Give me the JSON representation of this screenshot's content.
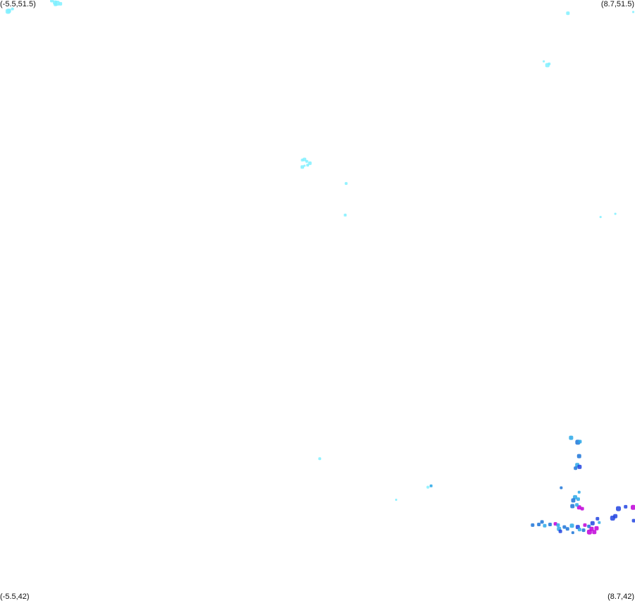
{
  "map": {
    "bounds": {
      "lon_min": -5.5,
      "lon_max": 8.7,
      "lat_min": 42,
      "lat_max": 51.5
    },
    "corner_labels": {
      "top_left": "(-5.5,51.5)",
      "top_right": "(8.7,51.5)",
      "bottom_left": "(-5.5,42)",
      "bottom_right": "(8.7,42)"
    },
    "colors": {
      "background": "#ffffff",
      "pale_cyan": "#80f0ff",
      "light_blue": "#2aa8e8",
      "mid_blue": "#1c74d8",
      "blue": "#2244e0",
      "magenta": "#c000d8"
    },
    "points": [
      {
        "lon": -5.32,
        "lat": 51.32,
        "c": "pale_cyan",
        "s": 7
      },
      {
        "lon": -5.3,
        "lat": 51.33,
        "c": "pale_cyan",
        "s": 6
      },
      {
        "lon": -5.22,
        "lat": 51.36,
        "c": "pale_cyan",
        "s": 4
      },
      {
        "lon": -4.34,
        "lat": 51.49,
        "c": "pale_cyan",
        "s": 5
      },
      {
        "lon": -4.27,
        "lat": 51.46,
        "c": "pale_cyan",
        "s": 6
      },
      {
        "lon": -4.22,
        "lat": 51.45,
        "c": "pale_cyan",
        "s": 7
      },
      {
        "lon": -4.26,
        "lat": 51.43,
        "c": "pale_cyan",
        "s": 5
      },
      {
        "lon": -4.15,
        "lat": 51.44,
        "c": "pale_cyan",
        "s": 5
      },
      {
        "lon": 7.2,
        "lat": 51.29,
        "c": "pale_cyan",
        "s": 5
      },
      {
        "lon": 8.66,
        "lat": 51.31,
        "c": "pale_cyan",
        "s": 3
      },
      {
        "lon": 6.66,
        "lat": 50.53,
        "c": "pale_cyan",
        "s": 3
      },
      {
        "lon": 6.74,
        "lat": 50.47,
        "c": "pale_cyan",
        "s": 6
      },
      {
        "lon": 6.78,
        "lat": 50.49,
        "c": "pale_cyan",
        "s": 4
      },
      {
        "lon": 1.26,
        "lat": 48.97,
        "c": "pale_cyan",
        "s": 4
      },
      {
        "lon": 1.31,
        "lat": 48.98,
        "c": "pale_cyan",
        "s": 5
      },
      {
        "lon": 1.36,
        "lat": 48.95,
        "c": "pale_cyan",
        "s": 4
      },
      {
        "lon": 1.43,
        "lat": 48.92,
        "c": "pale_cyan",
        "s": 5
      },
      {
        "lon": 1.38,
        "lat": 48.89,
        "c": "pale_cyan",
        "s": 4
      },
      {
        "lon": 1.26,
        "lat": 48.86,
        "c": "pale_cyan",
        "s": 5
      },
      {
        "lon": 1.31,
        "lat": 48.88,
        "c": "pale_cyan",
        "s": 3
      },
      {
        "lon": 2.24,
        "lat": 48.6,
        "c": "pale_cyan",
        "s": 4
      },
      {
        "lon": 2.22,
        "lat": 48.1,
        "c": "pale_cyan",
        "s": 4
      },
      {
        "lon": 7.93,
        "lat": 48.07,
        "c": "pale_cyan",
        "s": 3
      },
      {
        "lon": 8.26,
        "lat": 48.12,
        "c": "pale_cyan",
        "s": 3
      },
      {
        "lon": 1.65,
        "lat": 44.25,
        "c": "pale_cyan",
        "s": 4
      },
      {
        "lon": 4.07,
        "lat": 43.8,
        "c": "pale_cyan",
        "s": 4
      },
      {
        "lon": 4.14,
        "lat": 43.82,
        "c": "light_blue",
        "s": 4
      },
      {
        "lon": 3.36,
        "lat": 43.6,
        "c": "pale_cyan",
        "s": 3
      },
      {
        "lon": 7.27,
        "lat": 44.58,
        "c": "light_blue",
        "s": 6
      },
      {
        "lon": 7.42,
        "lat": 44.51,
        "c": "mid_blue",
        "s": 7
      },
      {
        "lon": 7.47,
        "lat": 44.52,
        "c": "light_blue",
        "s": 5
      },
      {
        "lon": 7.45,
        "lat": 44.29,
        "c": "mid_blue",
        "s": 6
      },
      {
        "lon": 7.41,
        "lat": 44.15,
        "c": "light_blue",
        "s": 6
      },
      {
        "lon": 7.46,
        "lat": 44.12,
        "c": "blue",
        "s": 6
      },
      {
        "lon": 7.37,
        "lat": 44.1,
        "c": "mid_blue",
        "s": 5
      },
      {
        "lon": 7.05,
        "lat": 43.79,
        "c": "mid_blue",
        "s": 4
      },
      {
        "lon": 7.36,
        "lat": 43.64,
        "c": "light_blue",
        "s": 6
      },
      {
        "lon": 7.32,
        "lat": 43.59,
        "c": "mid_blue",
        "s": 6
      },
      {
        "lon": 7.43,
        "lat": 43.61,
        "c": "light_blue",
        "s": 5
      },
      {
        "lon": 7.3,
        "lat": 43.5,
        "c": "mid_blue",
        "s": 6
      },
      {
        "lon": 7.45,
        "lat": 43.48,
        "c": "magenta",
        "s": 6
      },
      {
        "lon": 7.52,
        "lat": 43.46,
        "c": "magenta",
        "s": 5
      },
      {
        "lon": 7.4,
        "lat": 43.52,
        "c": "light_blue",
        "s": 5
      },
      {
        "lon": 7.45,
        "lat": 43.72,
        "c": "light_blue",
        "s": 4
      },
      {
        "lon": 8.33,
        "lat": 43.46,
        "c": "blue",
        "s": 7
      },
      {
        "lon": 8.49,
        "lat": 43.49,
        "c": "blue",
        "s": 5
      },
      {
        "lon": 8.66,
        "lat": 43.48,
        "c": "magenta",
        "s": 7
      },
      {
        "lon": 8.2,
        "lat": 43.31,
        "c": "blue",
        "s": 7
      },
      {
        "lon": 8.26,
        "lat": 43.34,
        "c": "blue",
        "s": 6
      },
      {
        "lon": 8.67,
        "lat": 43.27,
        "c": "blue",
        "s": 5
      },
      {
        "lon": 6.41,
        "lat": 43.2,
        "c": "mid_blue",
        "s": 5
      },
      {
        "lon": 6.55,
        "lat": 43.21,
        "c": "mid_blue",
        "s": 5
      },
      {
        "lon": 6.68,
        "lat": 43.19,
        "c": "light_blue",
        "s": 5
      },
      {
        "lon": 6.62,
        "lat": 43.25,
        "c": "mid_blue",
        "s": 5
      },
      {
        "lon": 6.8,
        "lat": 43.21,
        "c": "mid_blue",
        "s": 5
      },
      {
        "lon": 6.92,
        "lat": 43.22,
        "c": "magenta",
        "s": 5
      },
      {
        "lon": 6.98,
        "lat": 43.2,
        "c": "light_blue",
        "s": 5
      },
      {
        "lon": 7.0,
        "lat": 43.14,
        "c": "light_blue",
        "s": 6
      },
      {
        "lon": 7.12,
        "lat": 43.17,
        "c": "mid_blue",
        "s": 5
      },
      {
        "lon": 7.19,
        "lat": 43.14,
        "c": "mid_blue",
        "s": 5
      },
      {
        "lon": 7.29,
        "lat": 43.19,
        "c": "light_blue",
        "s": 6
      },
      {
        "lon": 7.31,
        "lat": 43.08,
        "c": "mid_blue",
        "s": 4
      },
      {
        "lon": 7.42,
        "lat": 43.17,
        "c": "blue",
        "s": 6
      },
      {
        "lon": 7.46,
        "lat": 43.13,
        "c": "light_blue",
        "s": 5
      },
      {
        "lon": 7.58,
        "lat": 43.2,
        "c": "magenta",
        "s": 5
      },
      {
        "lon": 7.67,
        "lat": 43.18,
        "c": "mid_blue",
        "s": 5
      },
      {
        "lon": 7.73,
        "lat": 43.14,
        "c": "magenta",
        "s": 6
      },
      {
        "lon": 7.68,
        "lat": 43.09,
        "c": "magenta",
        "s": 7
      },
      {
        "lon": 7.79,
        "lat": 43.09,
        "c": "magenta",
        "s": 6
      },
      {
        "lon": 7.84,
        "lat": 43.15,
        "c": "magenta",
        "s": 6
      },
      {
        "lon": 7.75,
        "lat": 43.23,
        "c": "blue",
        "s": 6
      },
      {
        "lon": 7.9,
        "lat": 43.24,
        "c": "light_blue",
        "s": 4
      },
      {
        "lon": 7.86,
        "lat": 43.3,
        "c": "blue",
        "s": 5
      },
      {
        "lon": 7.55,
        "lat": 43.12,
        "c": "mid_blue",
        "s": 5
      },
      {
        "lon": 7.03,
        "lat": 43.1,
        "c": "blue",
        "s": 5
      }
    ]
  }
}
